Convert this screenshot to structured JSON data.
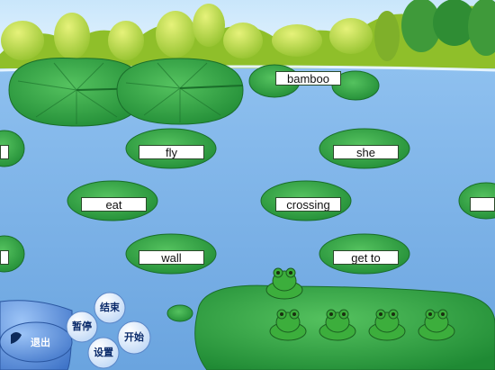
{
  "game": {
    "words": [
      {
        "id": "bamboo",
        "text": "bamboo"
      },
      {
        "id": "fly",
        "text": "fly"
      },
      {
        "id": "she",
        "text": "she"
      },
      {
        "id": "eat",
        "text": "eat"
      },
      {
        "id": "crossing",
        "text": "crossing"
      },
      {
        "id": "wall",
        "text": "wall"
      },
      {
        "id": "get-to",
        "text": "get to"
      }
    ],
    "frogs_remaining": 5
  },
  "controls": {
    "exit_label": "退出",
    "pause_label": "暂停",
    "end_label": "结束",
    "start_label": "开始",
    "settings_label": "设置"
  },
  "colors": {
    "water": "#7fb3e6",
    "lily_pad": "#2e9b3e",
    "frog": "#3cae3c",
    "panel": "#5b8fd8"
  }
}
